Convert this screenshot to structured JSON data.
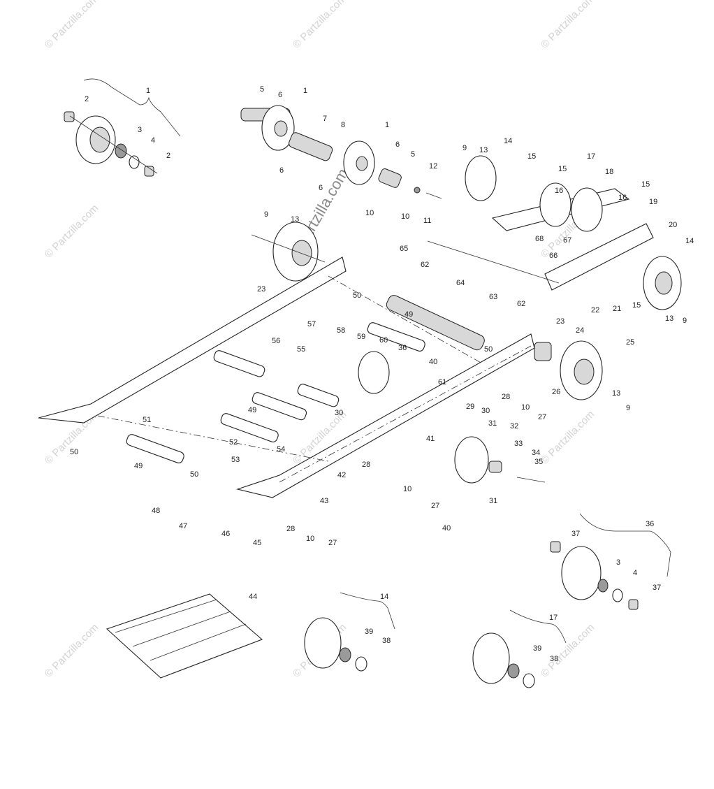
{
  "watermark": {
    "text": "© Partzilla.com",
    "center_text": "© Partzilla.com"
  },
  "callouts": [
    "1",
    "2",
    "3",
    "4",
    "2",
    "5",
    "6",
    "1",
    "7",
    "8",
    "1",
    "6",
    "6",
    "6",
    "5",
    "12",
    "10",
    "11",
    "9",
    "13",
    "14",
    "15",
    "15",
    "16",
    "17",
    "18",
    "16",
    "15",
    "19",
    "20",
    "14",
    "9",
    "13",
    "10",
    "65",
    "66",
    "67",
    "68",
    "21",
    "22",
    "15",
    "13",
    "9",
    "62",
    "64",
    "63",
    "62",
    "50",
    "49",
    "23",
    "24",
    "25",
    "26",
    "27",
    "10",
    "28",
    "57",
    "58",
    "59",
    "60",
    "36",
    "40",
    "61",
    "56",
    "55",
    "50",
    "51",
    "49",
    "52",
    "30",
    "29",
    "30",
    "31",
    "32",
    "33",
    "34",
    "35",
    "31",
    "40",
    "27",
    "10",
    "28",
    "41",
    "42",
    "43",
    "28",
    "10",
    "27",
    "45",
    "46",
    "47",
    "48",
    "49",
    "50",
    "53",
    "54",
    "50",
    "36",
    "37",
    "3",
    "4",
    "37",
    "44",
    "14",
    "39",
    "38",
    "17",
    "39",
    "38",
    "23",
    "13",
    "9"
  ],
  "callout_groups": {
    "top_left_kit": "1",
    "bottom_right_kit": "36",
    "kit_14": "14",
    "kit_17": "17"
  }
}
